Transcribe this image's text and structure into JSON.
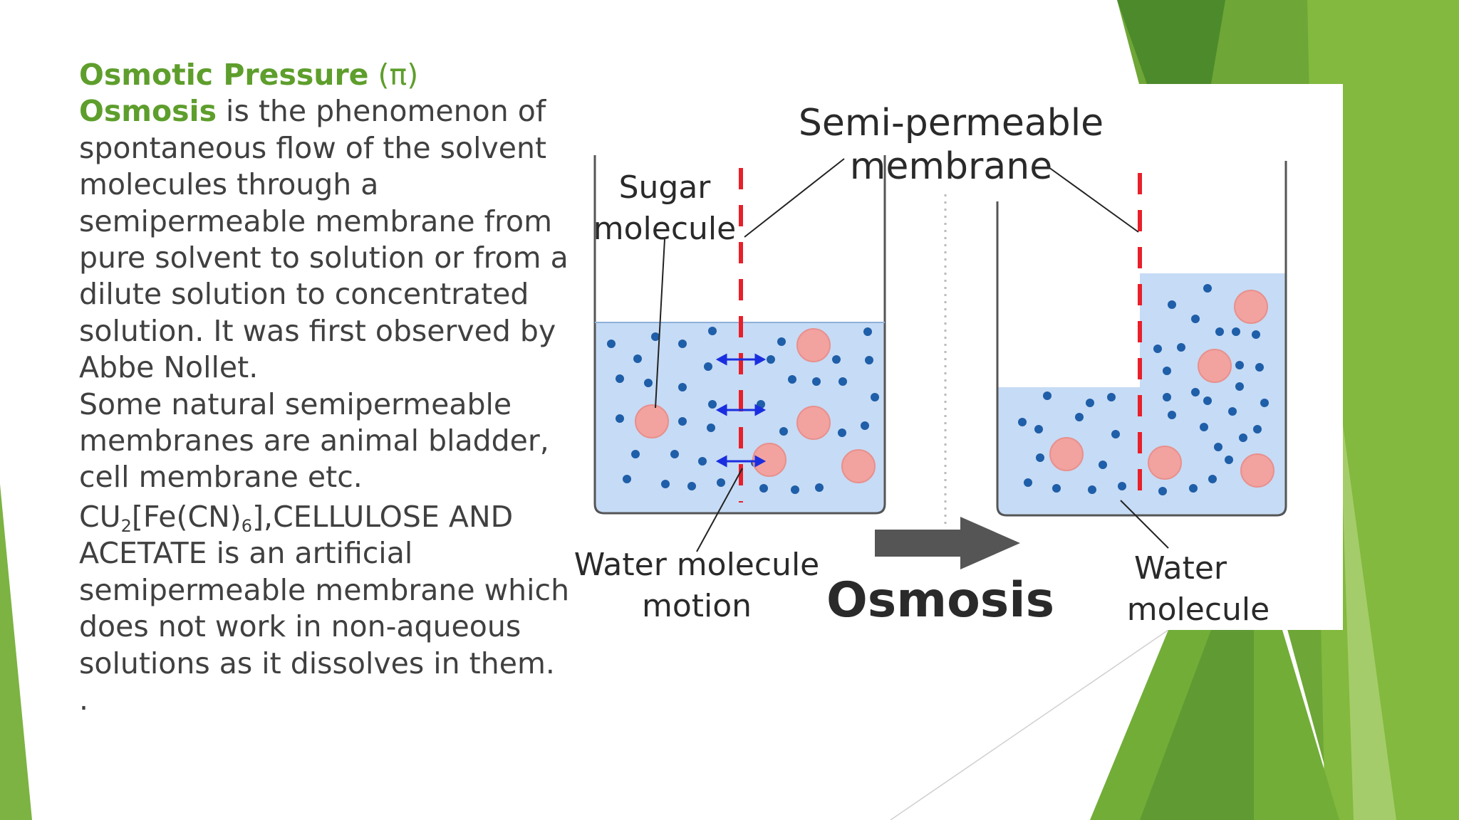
{
  "slide": {
    "heading_term": "Osmotic Pressure",
    "heading_symbol": "(π)",
    "osmosis_term": "Osmosis",
    "osmosis_definition": " is the phenomenon of spontaneous flow of the solvent molecules through a semipermeable membrane from pure solvent to solution or from a dilute solution to concentrated solution. It was first observed by Abbe Nollet.",
    "natural_membranes": "Some natural semipermeable membranes are animal bladder, cell membrane etc.",
    "formula_cu": "CU",
    "formula_sub_2": "2",
    "formula_fe": "[Fe(CN)",
    "formula_sub_6": "6",
    "formula_rest": "],CELLULOSE AND ACETATE is an artificial semipermeable membrane which does not work in non-aqueous solutions as it dissolves in them.",
    "trailing_dot": "."
  },
  "figure": {
    "label_semi_1": "Semi-permeable",
    "label_semi_2": "membrane",
    "label_sugar_1": "Sugar",
    "label_sugar_2": "molecule",
    "label_motion_1": "Water molecule",
    "label_motion_2": "motion",
    "label_osmosis": "Osmosis",
    "label_water_1": "Water",
    "label_water_2": "molecule"
  },
  "colors": {
    "accent_green": "#5e9e2c",
    "membrane_red": "#e8202a",
    "water_fill": "#c6dbf5",
    "sugar_pink": "#f2a3a0",
    "water_dot": "#1f5ea8"
  }
}
